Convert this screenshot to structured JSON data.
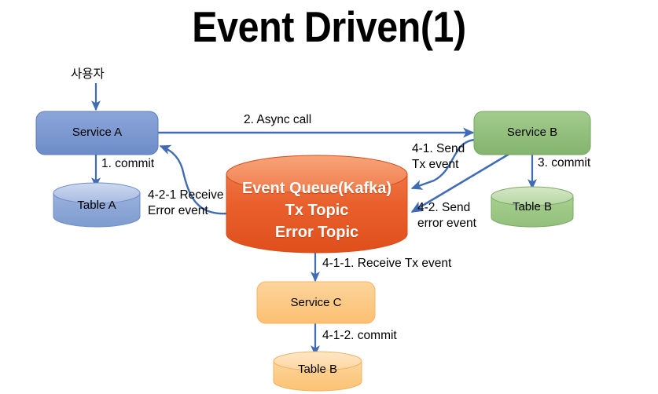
{
  "title": "Event Driven(1)",
  "actors": {
    "user": "사용자"
  },
  "nodes": {
    "service_a": {
      "label": "Service A",
      "color": "#7191ce"
    },
    "service_b": {
      "label": "Service B",
      "color": "#8cba77"
    },
    "service_c": {
      "label": "Service C",
      "color": "#fbc77e"
    },
    "table_a": {
      "label": "Table A",
      "color": "#8ba5d6"
    },
    "table_b_green": {
      "label": "Table B",
      "color": "#9cc684"
    },
    "table_b_orange": {
      "label": "Table B",
      "color": "#fcc97f"
    },
    "event_queue": {
      "line1": "Event Queue(Kafka)",
      "line2": "Tx Topic",
      "line3": "Error Topic",
      "color": "#e8592a"
    }
  },
  "edges": {
    "user_to_a": "",
    "a_to_table_a": "1. commit",
    "a_to_b": "2. Async call",
    "b_to_table_b": "3. commit",
    "b_to_queue_tx_line1": "4-1. Send",
    "b_to_queue_tx_line2": "Tx event",
    "b_to_queue_err_line1": "4-2. Send",
    "b_to_queue_err_line2": "error event",
    "queue_to_a_line1": "4-2-1 Receive",
    "queue_to_a_line2": "Error event",
    "queue_to_c": "4-1-1. Receive Tx event",
    "c_to_table_b": "4-1-2. commit"
  },
  "colors": {
    "arrow": "#3f6cb4",
    "blue_node": "#7191ce",
    "green_node": "#8cba77",
    "orange_node": "#fbc77e",
    "queue_orange": "#e8592a",
    "text": "#000000",
    "background": "#ffffff"
  }
}
